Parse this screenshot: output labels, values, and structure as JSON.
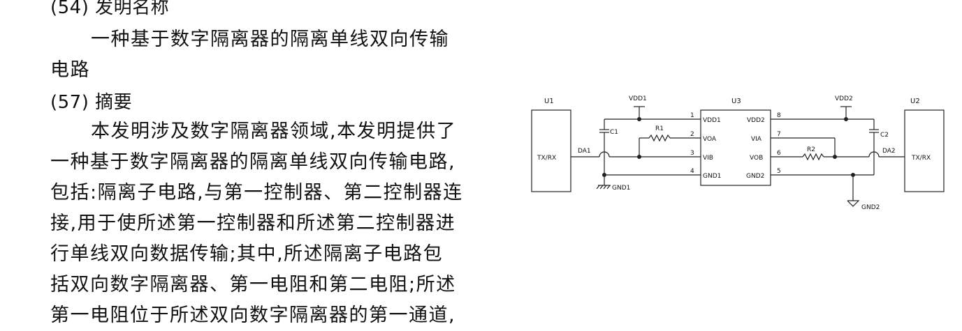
{
  "section54": {
    "heading": "(54) 发明名称",
    "title_line1": "一种基于数字隔离器的隔离单线双向传输",
    "title_line2": "电路"
  },
  "section57": {
    "heading": "(57) 摘要",
    "lines": [
      "本发明涉及数字隔离器领域,本发明提供了",
      "一种基于数字隔离器的隔离单线双向传输电路,",
      "包括:隔离子电路,与第一控制器、第二控制器连",
      "接,用于使所述第一控制器和所述第二控制器进",
      "行单线双向数据传输;其中,所述隔离子电路包",
      "括双向数字隔离器、第一电阻和第二电阻;所述",
      "第一电阻位于所述双向数字隔离器的第一通道,"
    ]
  },
  "schematic": {
    "u1": "U1",
    "u1_port": "TX/RX",
    "u2": "U2",
    "u2_port": "TX/RX",
    "u3": "U3",
    "vdd1": "VDD1",
    "vdd2": "VDD2",
    "gnd1": "GND1",
    "gnd2": "GND2",
    "c1": "C1",
    "c2": "C2",
    "r1": "R1",
    "r2": "R2",
    "da1": "DA1",
    "da2": "DA2",
    "pins_left": [
      {
        "num": "1",
        "name": "VDD1"
      },
      {
        "num": "2",
        "name": "VOA"
      },
      {
        "num": "3",
        "name": "VIB"
      },
      {
        "num": "4",
        "name": "GND1"
      }
    ],
    "pins_right": [
      {
        "num": "8",
        "name": "VDD2"
      },
      {
        "num": "7",
        "name": "VIA"
      },
      {
        "num": "6",
        "name": "VOB"
      },
      {
        "num": "5",
        "name": "GND2"
      }
    ]
  }
}
